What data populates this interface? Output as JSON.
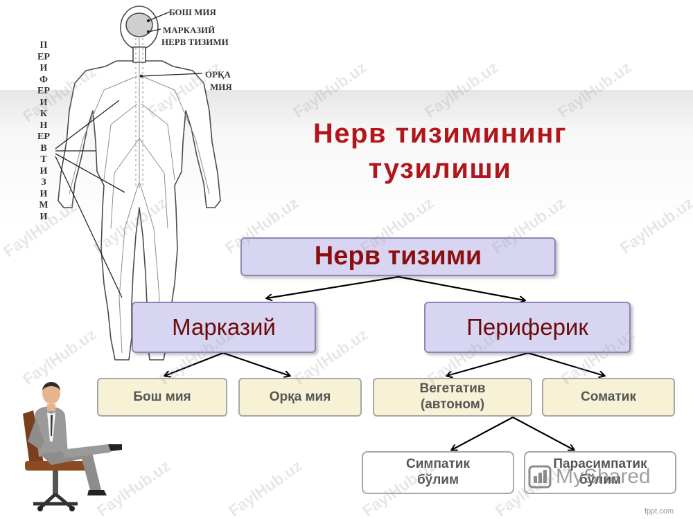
{
  "title": {
    "line1": "Нерв тизимининг",
    "line2": "тузилиши"
  },
  "diagram": {
    "root": "Нерв тизими",
    "central": "Марказий",
    "peripheral": "Периферик",
    "brain": "Бош мия",
    "spinal": "Орқа мия",
    "vegetative": {
      "line1": "Вегетатив",
      "line2": "(автоном)"
    },
    "somatic": "Соматик",
    "sympathetic": {
      "line1": "Симпатик",
      "line2": "бўлим"
    },
    "parasympathetic": {
      "line1": "Парасимпатик",
      "line2": "бўлим"
    }
  },
  "anatomy": {
    "brain_label": "БОШ МИЯ",
    "cns_label_1": "МАРКАЗИЙ",
    "cns_label_2": "НЕРВ ТИЗИМИ",
    "spine_label_1": "ОРҚА",
    "spine_label_2": "МИЯ",
    "pns_vertical": "ПЕРИФЕРИК НЕРВ ТИЗИМИ"
  },
  "watermarks": {
    "text": "FaylHub.uz"
  },
  "branding": {
    "myshared": "MyShared",
    "footer": "fppt.com"
  },
  "colors": {
    "title_red": "#b0161b",
    "node_lavender": "#d7d5f2",
    "node_cream": "#f7f1d5",
    "node_text_dark_red": "#8b0f0f"
  },
  "icons": {
    "figure": "human-nervous-system-figure",
    "person": "seated-businessman",
    "brand": "myshared-logo-icon"
  }
}
